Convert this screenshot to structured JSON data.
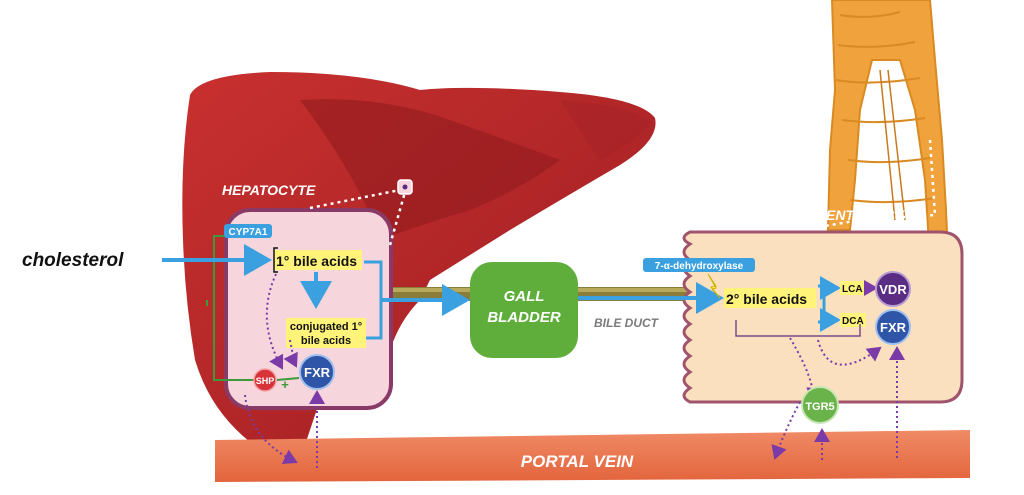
{
  "labels": {
    "hepatocyte": "HEPATOCYTE",
    "enterocyte": "ENTEROCYTE",
    "cholesterol": "cholesterol",
    "cyp7a1": "CYP7A1",
    "primary_bile_acids": "1° bile acids",
    "conjugated_line1": "conjugated 1°",
    "conjugated_line2": "bile acids",
    "fxr_liver": "FXR",
    "shp": "SHP",
    "plus_sign": "+",
    "gall_line1": "GALL",
    "gall_line2": "BLADDER",
    "bile_duct": "BILE DUCT",
    "dehydroxylase": "7-α-dehydroxylase",
    "secondary_bile_acids": "2° bile acids",
    "lca": "LCA",
    "dca": "DCA",
    "vdr": "VDR",
    "fxr_gut": "FXR",
    "tgr5": "TGR5",
    "portal_vein": "PORTAL VEIN"
  },
  "colors": {
    "liver": "#b8282c",
    "liver_dark": "#8e1a1e",
    "hepatocyte_fill": "#f6d5dc",
    "hepatocyte_border": "#8a3a66",
    "enterocyte_fill": "#fbe0bf",
    "enterocyte_border": "#a0546c",
    "gallbladder": "#5fae3c",
    "bile_duct": "#8a7d3a",
    "portal_vein": "#e87a55",
    "colon": "#f0a23c",
    "arrow_blue": "#3aa0e0",
    "fxr_blue": "#2f55a8",
    "vdr_purple": "#5b2c83",
    "tgr5_green": "#6ab34a",
    "shp_red": "#d8323a",
    "highlight_yellow": "#fff37a",
    "dotted_purple": "#7a3aa8"
  }
}
